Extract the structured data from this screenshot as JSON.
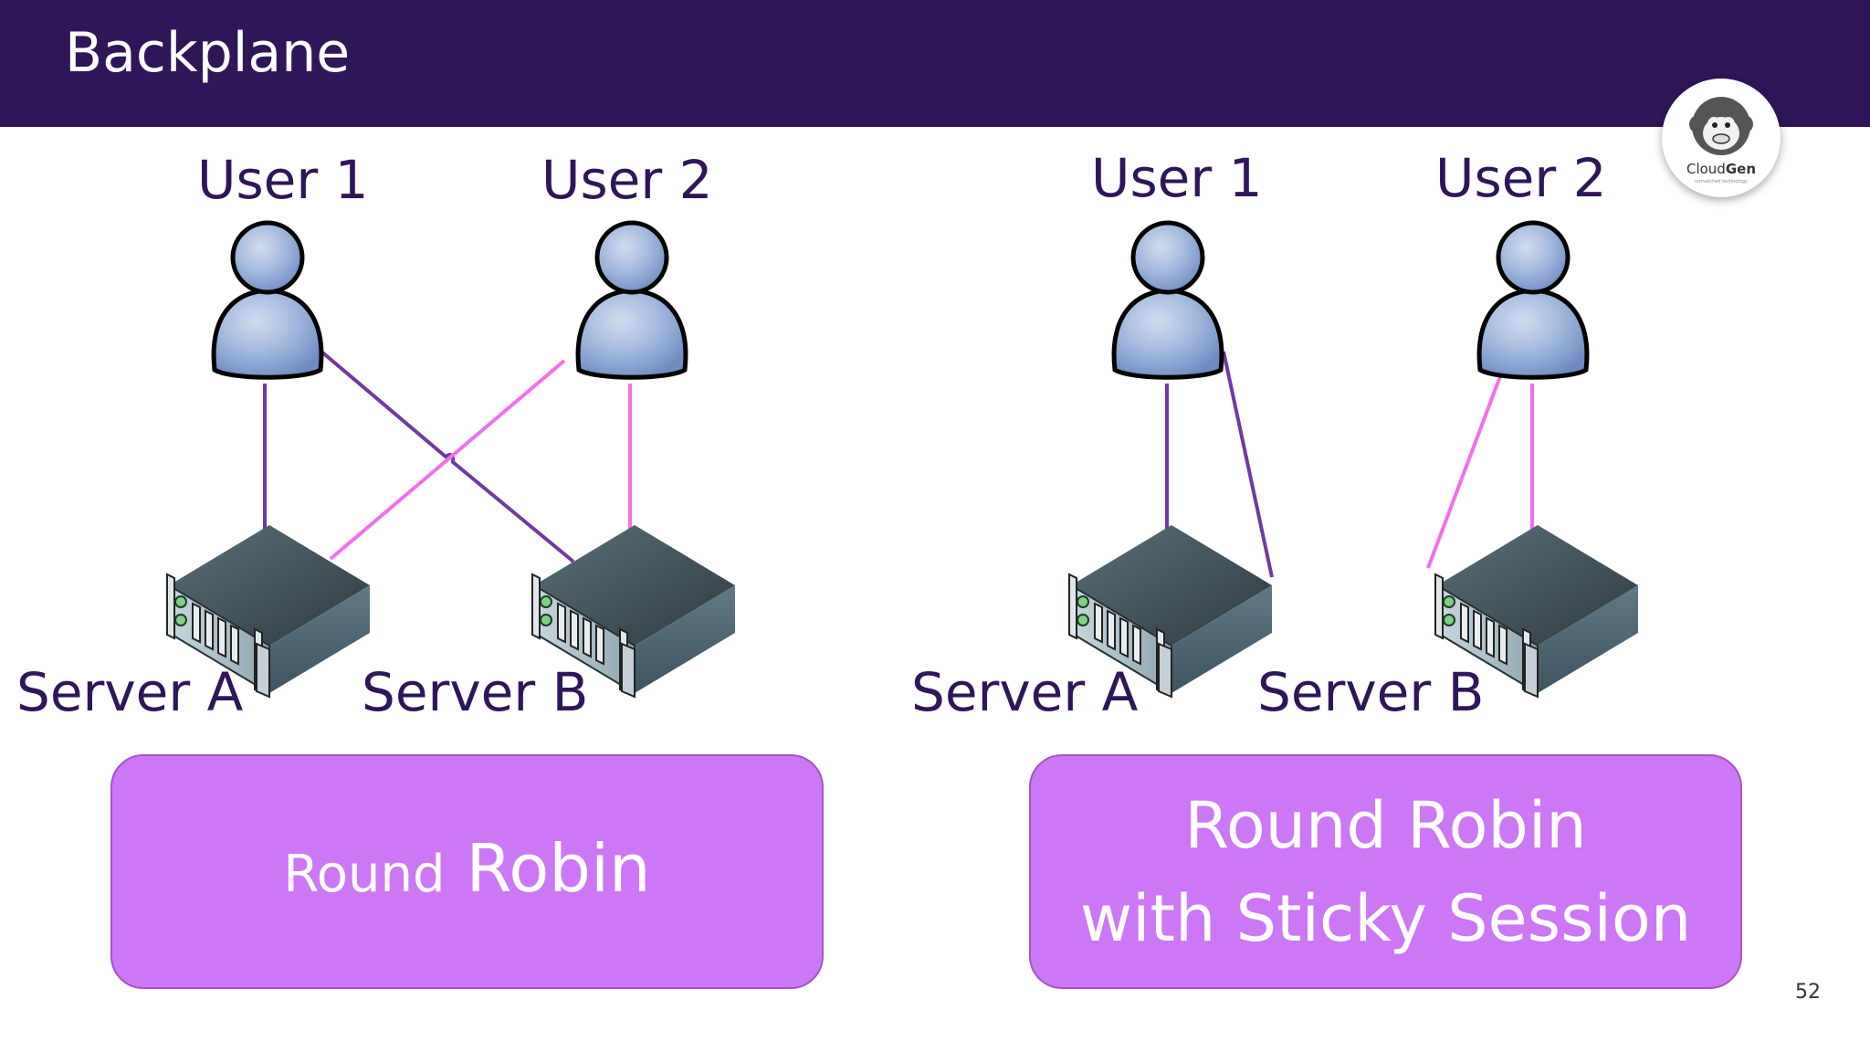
{
  "slide": {
    "title": "Backplane",
    "page_number": "52"
  },
  "logo": {
    "icon": "monkey-icon",
    "text_regular": "Cloud",
    "text_bold": "Gen",
    "tagline": "unmatched technology"
  },
  "left_diagram": {
    "user1_label": "User 1",
    "user2_label": "User 2",
    "serverA_label": "Server A",
    "serverB_label": "Server B",
    "caption_small": "Round",
    "caption_large": "Robin"
  },
  "right_diagram": {
    "user1_label": "User 1",
    "user2_label": "User 2",
    "serverA_label": "Server A",
    "serverB_label": "Server B",
    "caption_line1": "Round Robin",
    "caption_line2": "with Sticky Session"
  },
  "colors": {
    "header": "#2e1659",
    "user1_link": "#6f3aa0",
    "user2_link": "#f070ec",
    "caption_box": "#cc77f5",
    "label_text": "#2e1659"
  }
}
